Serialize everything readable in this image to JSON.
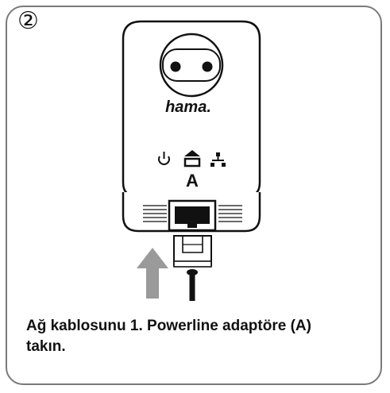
{
  "step": {
    "number": "②"
  },
  "device": {
    "brand": "hama.",
    "port_label": "A",
    "icons": [
      "power-icon",
      "powerline-icon",
      "network-icon"
    ]
  },
  "instruction": {
    "line1": "Ağ kablosunu 1. Powerline adaptöre (A)",
    "line2": "takın."
  }
}
